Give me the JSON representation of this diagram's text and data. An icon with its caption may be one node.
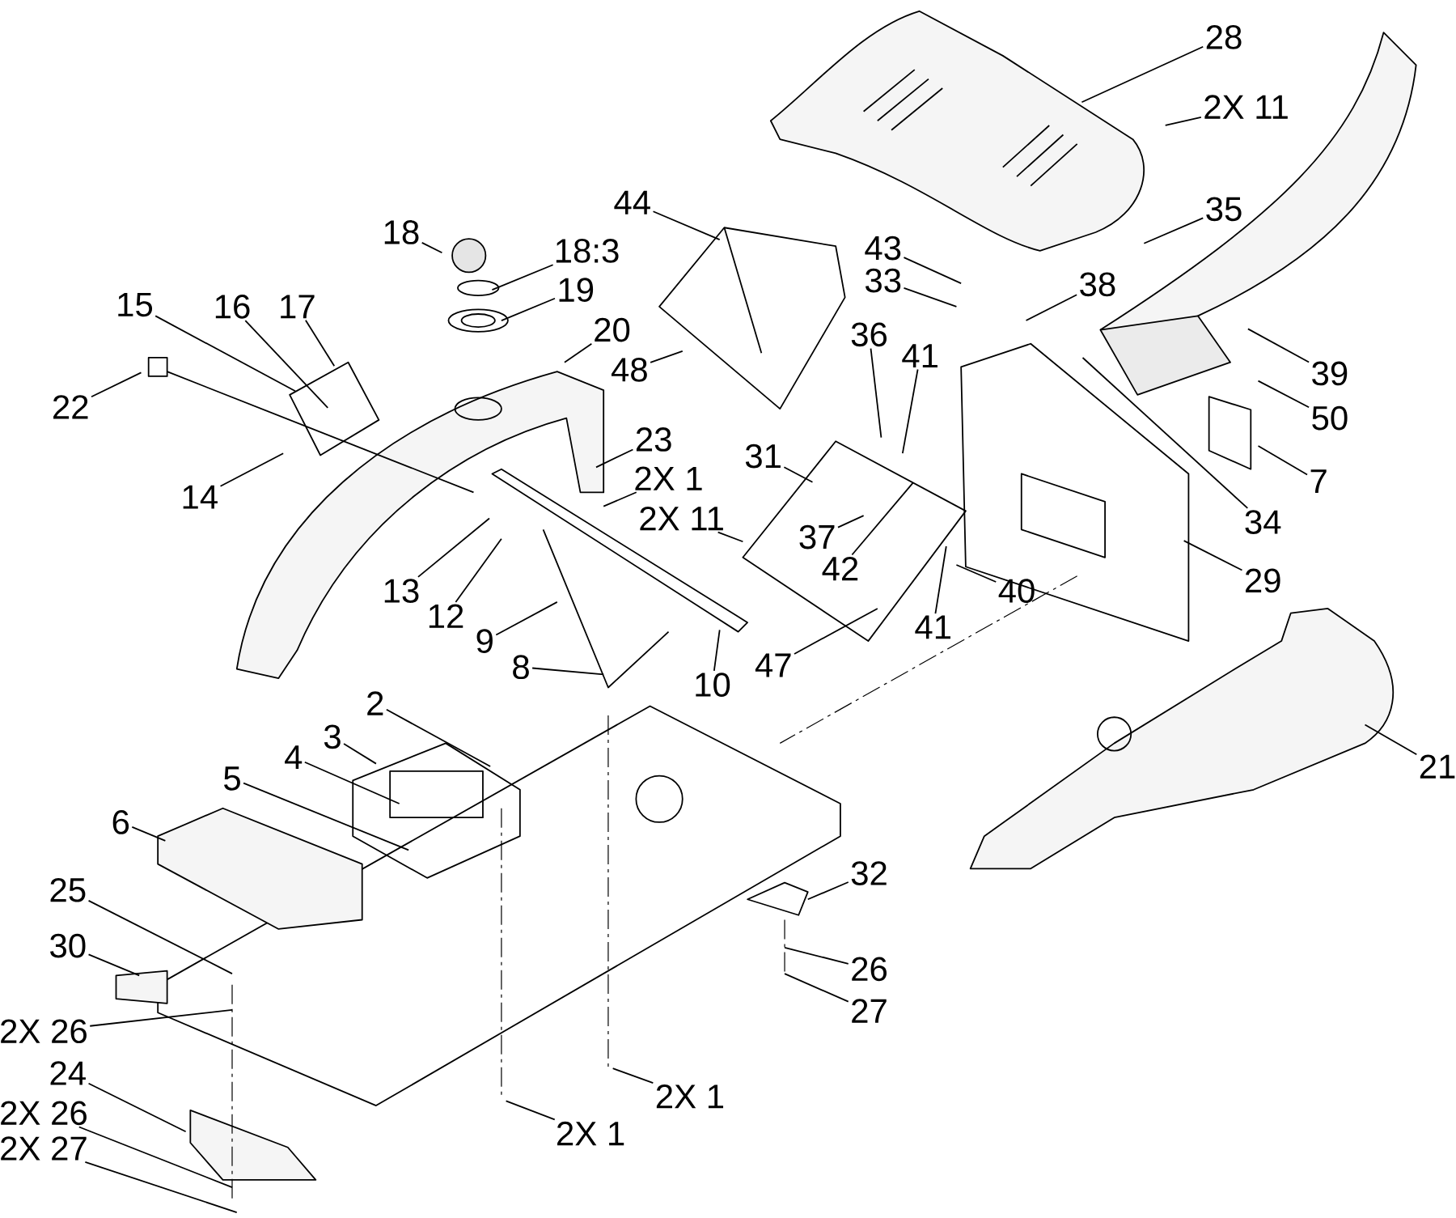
{
  "diagram": {
    "nodes": [
      {
        "text": [
          "28"
        ]
      },
      {
        "text": [
          "2X 11"
        ]
      },
      {
        "text": [
          "44"
        ]
      },
      {
        "text": [
          "35"
        ]
      },
      {
        "text": [
          "18"
        ]
      },
      {
        "text": [
          "18:3"
        ]
      },
      {
        "text": [
          "43"
        ]
      },
      {
        "text": [
          "33"
        ]
      },
      {
        "text": [
          "19"
        ]
      },
      {
        "text": [
          "38"
        ]
      },
      {
        "text": [
          "15"
        ]
      },
      {
        "text": [
          "16"
        ]
      },
      {
        "text": [
          "17"
        ]
      },
      {
        "text": [
          "20"
        ]
      },
      {
        "text": [
          "36"
        ]
      },
      {
        "text": [
          "41"
        ]
      },
      {
        "text": [
          "39"
        ]
      },
      {
        "text": [
          "48"
        ]
      },
      {
        "text": [
          "50"
        ]
      },
      {
        "text": [
          "22"
        ]
      },
      {
        "text": [
          "23"
        ]
      },
      {
        "text": [
          "2X 1"
        ]
      },
      {
        "text": [
          "7"
        ]
      },
      {
        "text": [
          "31"
        ]
      },
      {
        "text": [
          "14"
        ]
      },
      {
        "text": [
          "2X 11"
        ]
      },
      {
        "text": [
          "34"
        ]
      },
      {
        "text": [
          "37"
        ]
      },
      {
        "text": [
          "42"
        ]
      },
      {
        "text": [
          "29"
        ]
      },
      {
        "text": [
          "13"
        ]
      },
      {
        "text": [
          "40"
        ]
      },
      {
        "text": [
          "12"
        ]
      },
      {
        "text": [
          "41"
        ]
      },
      {
        "text": [
          "9"
        ]
      },
      {
        "text": [
          "47"
        ]
      },
      {
        "text": [
          "10"
        ]
      },
      {
        "text": [
          "8"
        ]
      },
      {
        "text": [
          "2"
        ]
      },
      {
        "text": [
          "3"
        ]
      },
      {
        "text": [
          "4"
        ]
      },
      {
        "text": [
          "5"
        ]
      },
      {
        "text": [
          "21"
        ]
      },
      {
        "text": [
          "6"
        ]
      },
      {
        "text": [
          "32"
        ]
      },
      {
        "text": [
          "25"
        ]
      },
      {
        "text": [
          "30"
        ]
      },
      {
        "text": [
          "26"
        ]
      },
      {
        "text": [
          "27"
        ]
      },
      {
        "text": [
          "2X 26"
        ]
      },
      {
        "text": [
          "24"
        ]
      },
      {
        "text": [
          "2X 1"
        ]
      },
      {
        "text": [
          "2X 26"
        ]
      },
      {
        "text": [
          "2X 1"
        ]
      },
      {
        "text": [
          "2X 27"
        ]
      }
    ],
    "edges": [
      {
        "from": 0,
        "to": null,
        "arrow": "none"
      },
      {
        "from": 1,
        "to": null,
        "arrow": "none"
      },
      {
        "from": 2,
        "to": null,
        "arrow": "none"
      },
      {
        "from": 3,
        "to": null,
        "arrow": "none"
      },
      {
        "from": 4,
        "to": null,
        "arrow": "none"
      },
      {
        "from": 5,
        "to": null,
        "arrow": "none"
      },
      {
        "from": 6,
        "to": null,
        "arrow": "none"
      },
      {
        "from": 7,
        "to": null,
        "arrow": "none"
      },
      {
        "from": 8,
        "to": null,
        "arrow": "none"
      },
      {
        "from": 9,
        "to": null,
        "arrow": "none"
      },
      {
        "from": 10,
        "to": null,
        "arrow": "none"
      },
      {
        "from": 11,
        "to": null,
        "arrow": "none"
      },
      {
        "from": 12,
        "to": null,
        "arrow": "none"
      },
      {
        "from": 13,
        "to": null,
        "arrow": "none"
      },
      {
        "from": 14,
        "to": null,
        "arrow": "none"
      },
      {
        "from": 15,
        "to": null,
        "arrow": "none"
      },
      {
        "from": 16,
        "to": null,
        "arrow": "none"
      },
      {
        "from": 17,
        "to": null,
        "arrow": "none"
      },
      {
        "from": 18,
        "to": null,
        "arrow": "none"
      },
      {
        "from": 19,
        "to": null,
        "arrow": "none"
      },
      {
        "from": 20,
        "to": null,
        "arrow": "none"
      },
      {
        "from": 21,
        "to": null,
        "arrow": "none"
      },
      {
        "from": 22,
        "to": null,
        "arrow": "none"
      },
      {
        "from": 23,
        "to": null,
        "arrow": "none"
      },
      {
        "from": 24,
        "to": null,
        "arrow": "none"
      },
      {
        "from": 25,
        "to": null,
        "arrow": "none"
      },
      {
        "from": 26,
        "to": null,
        "arrow": "none"
      },
      {
        "from": 27,
        "to": null,
        "arrow": "none"
      },
      {
        "from": 28,
        "to": null,
        "arrow": "none"
      },
      {
        "from": 29,
        "to": null,
        "arrow": "none"
      },
      {
        "from": 30,
        "to": null,
        "arrow": "none"
      },
      {
        "from": 31,
        "to": null,
        "arrow": "none"
      },
      {
        "from": 32,
        "to": null,
        "arrow": "none"
      },
      {
        "from": 33,
        "to": null,
        "arrow": "none"
      },
      {
        "from": 34,
        "to": null,
        "arrow": "none"
      },
      {
        "from": 35,
        "to": null,
        "arrow": "none"
      },
      {
        "from": 36,
        "to": null,
        "arrow": "none"
      },
      {
        "from": 37,
        "to": null,
        "arrow": "none"
      },
      {
        "from": 38,
        "to": null,
        "arrow": "none"
      },
      {
        "from": 39,
        "to": null,
        "arrow": "none"
      },
      {
        "from": 40,
        "to": null,
        "arrow": "none"
      },
      {
        "from": 41,
        "to": null,
        "arrow": "none"
      },
      {
        "from": 42,
        "to": null,
        "arrow": "none"
      },
      {
        "from": 43,
        "to": null,
        "arrow": "none"
      },
      {
        "from": 44,
        "to": null,
        "arrow": "none"
      },
      {
        "from": 45,
        "to": null,
        "arrow": "none"
      },
      {
        "from": 46,
        "to": null,
        "arrow": "none"
      },
      {
        "from": 47,
        "to": null,
        "arrow": "none"
      },
      {
        "from": 48,
        "to": null,
        "arrow": "none"
      },
      {
        "from": 49,
        "to": null,
        "arrow": "none"
      },
      {
        "from": 50,
        "to": null,
        "arrow": "none"
      },
      {
        "from": 51,
        "to": null,
        "arrow": "none"
      },
      {
        "from": 52,
        "to": null,
        "arrow": "none"
      },
      {
        "from": 53,
        "to": null,
        "arrow": "none"
      },
      {
        "from": 54,
        "to": null,
        "arrow": "none"
      }
    ]
  }
}
